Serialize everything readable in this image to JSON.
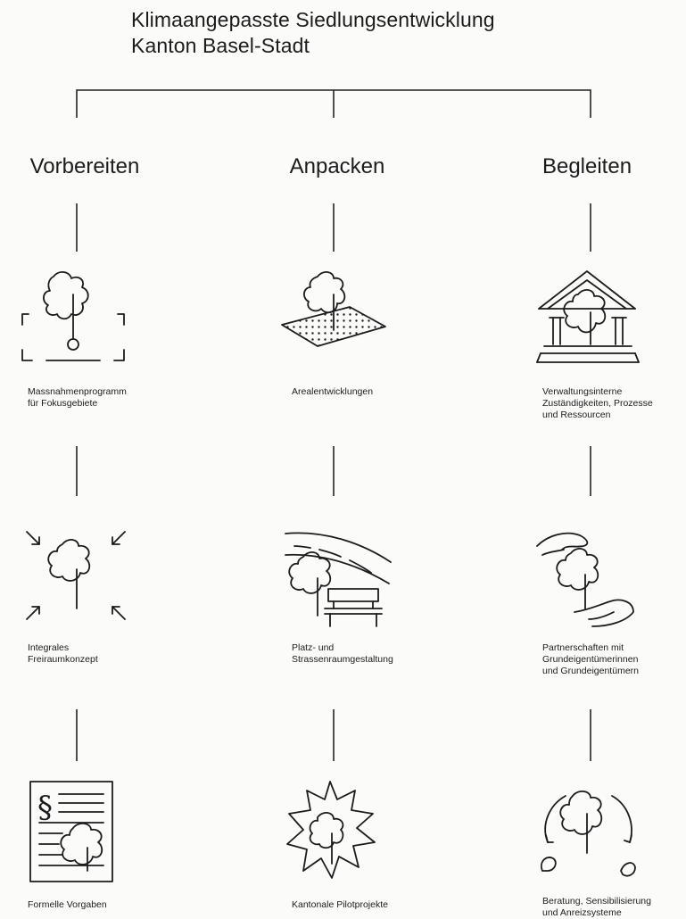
{
  "title": {
    "line1": "Klimaangepasste Siedlungsentwicklung",
    "line2": "Kanton Basel-Stadt"
  },
  "columns": [
    {
      "heading": "Vorbereiten",
      "items": [
        {
          "label": "Massnahmenprogramm\nfür Fokusgebiete",
          "icon": "tree-in-focus-frame-icon"
        },
        {
          "label": "Integrales\nFreiraumkonzept",
          "icon": "tree-with-inward-arrows-icon"
        },
        {
          "label": "Formelle Vorgaben",
          "icon": "legal-document-paragraph-icon"
        }
      ]
    },
    {
      "heading": "Anpacken",
      "items": [
        {
          "label": "Arealentwicklungen",
          "icon": "tree-on-dotted-plot-icon"
        },
        {
          "label": "Platz- und\nStrassenraumgestaltung",
          "icon": "tree-bench-street-icon"
        },
        {
          "label": "Kantonale Pilotprojekte",
          "icon": "tree-starburst-icon"
        }
      ]
    },
    {
      "heading": "Begleiten",
      "items": [
        {
          "label": "Verwaltungsinterne\nZuständigkeiten, Prozesse\nund Ressourcen",
          "icon": "tree-in-government-building-icon"
        },
        {
          "label": "Partnerschaften mit\nGrundeigentümerinnen\nund Grundeigentümern",
          "icon": "tree-between-hands-icon"
        },
        {
          "label": "Beratung, Sensibilisierung\nund Anreizsysteme",
          "icon": "tree-with-cycle-arrows-icon"
        }
      ]
    }
  ]
}
